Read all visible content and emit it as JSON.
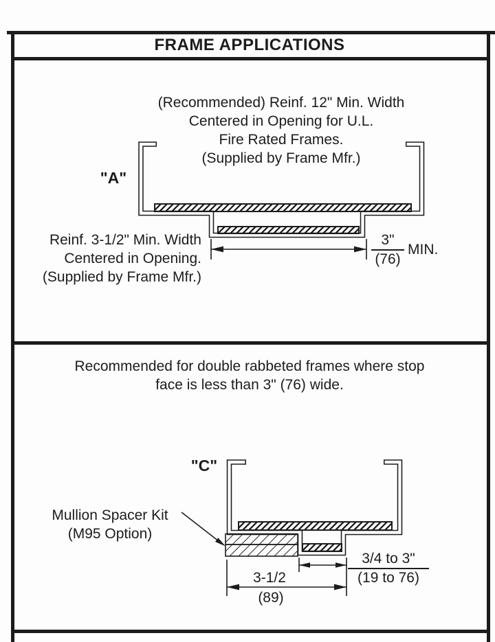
{
  "page": {
    "title": "FRAME APPLICATIONS"
  },
  "section_a": {
    "label": "\"A\"",
    "top_note": {
      "line1": "(Recommended) Reinf. 12\" Min. Width",
      "line2": "Centered in Opening for U.L.",
      "line3": "Fire Rated Frames.",
      "line4": "(Supplied by Frame Mfr.)"
    },
    "left_note": {
      "line1": "Reinf. 3-1/2\" Min. Width",
      "line2": "Centered in Opening.",
      "line3": "(Supplied by Frame Mfr.)"
    },
    "dimension": {
      "inches": "3\"",
      "mm": "(76)",
      "qualifier": "MIN."
    }
  },
  "section_c": {
    "label": "\"C\"",
    "note": {
      "line1": "Recommended for double rabbeted frames where stop",
      "line2": "face is less than 3\" (76) wide."
    },
    "callout": {
      "line1": "Mullion Spacer Kit",
      "line2": "(M95 Option)"
    },
    "stop_dimension": {
      "inches": "3/4 to 3\"",
      "mm": "(19 to 76)"
    },
    "overall_dimension": {
      "inches": "3-1/2",
      "mm": "(89)"
    }
  },
  "colors": {
    "ink": "#1c1c1c",
    "paper": "#fdfdfd"
  }
}
